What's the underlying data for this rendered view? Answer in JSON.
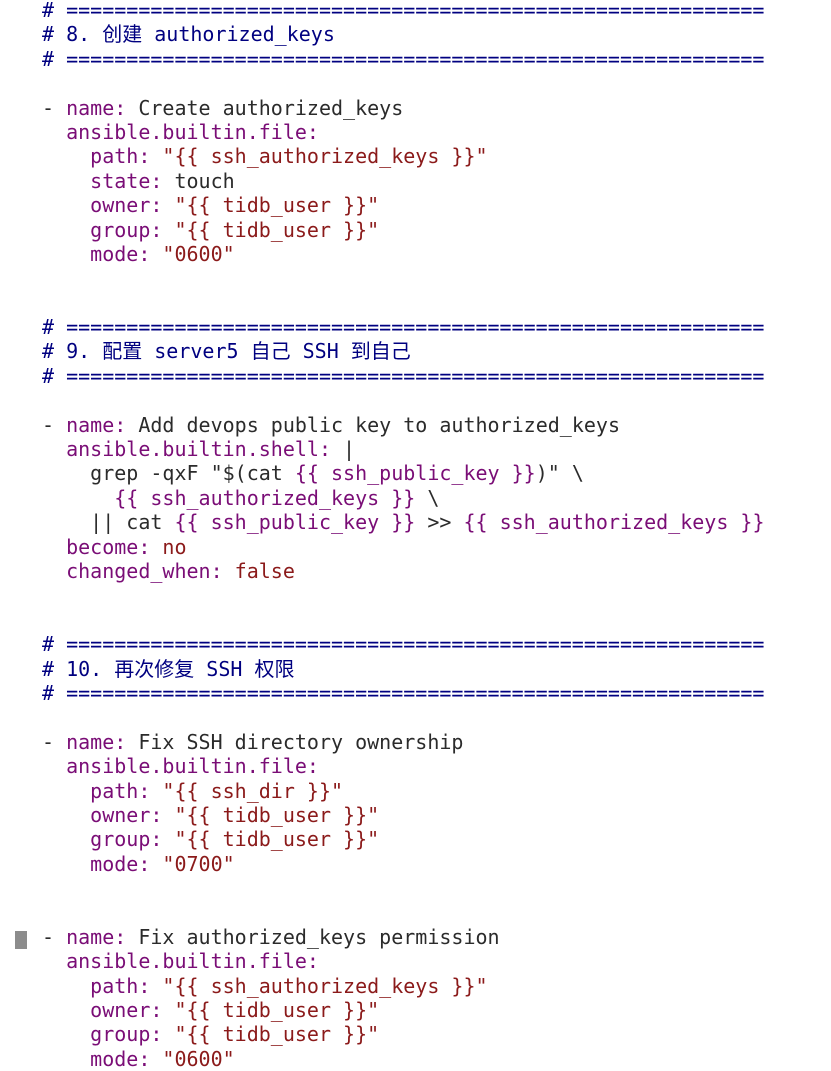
{
  "editor": {
    "lines": [
      [
        {
          "t": "# ==========================================================",
          "c": "comment"
        }
      ],
      [
        {
          "t": "# 8. 创建 authorized_keys",
          "c": "comment"
        }
      ],
      [
        {
          "t": "# ==========================================================",
          "c": "comment"
        }
      ],
      [],
      [
        {
          "t": "- ",
          "c": "plain"
        },
        {
          "t": "name:",
          "c": "key"
        },
        {
          "t": " Create authorized_keys",
          "c": "plain"
        }
      ],
      [
        {
          "t": "  ansible.builtin.file:",
          "c": "key"
        }
      ],
      [
        {
          "t": "    path:",
          "c": "key"
        },
        {
          "t": " \"{{ ssh_authorized_keys }}\"",
          "c": "str"
        }
      ],
      [
        {
          "t": "    state:",
          "c": "key"
        },
        {
          "t": " touch",
          "c": "plain"
        }
      ],
      [
        {
          "t": "    owner:",
          "c": "key"
        },
        {
          "t": " \"{{ tidb_user }}\"",
          "c": "str"
        }
      ],
      [
        {
          "t": "    group:",
          "c": "key"
        },
        {
          "t": " \"{{ tidb_user }}\"",
          "c": "str"
        }
      ],
      [
        {
          "t": "    mode:",
          "c": "key"
        },
        {
          "t": " \"0600\"",
          "c": "str"
        }
      ],
      [],
      [],
      [
        {
          "t": "# ==========================================================",
          "c": "comment"
        }
      ],
      [
        {
          "t": "# 9. 配置 server5 自己 SSH 到自己",
          "c": "comment"
        }
      ],
      [
        {
          "t": "# ==========================================================",
          "c": "comment"
        }
      ],
      [],
      [
        {
          "t": "- ",
          "c": "plain"
        },
        {
          "t": "name:",
          "c": "key"
        },
        {
          "t": " Add devops public key to authorized_keys",
          "c": "plain"
        }
      ],
      [
        {
          "t": "  ansible.builtin.shell:",
          "c": "key"
        },
        {
          "t": " |",
          "c": "plain"
        }
      ],
      [
        {
          "t": "    grep -qxF \"$(cat ",
          "c": "plain"
        },
        {
          "t": "{{ ssh_public_key }}",
          "c": "tpl"
        },
        {
          "t": ")\" \\",
          "c": "plain"
        }
      ],
      [
        {
          "t": "      ",
          "c": "plain"
        },
        {
          "t": "{{ ssh_authorized_keys }}",
          "c": "tpl"
        },
        {
          "t": " \\",
          "c": "plain"
        }
      ],
      [
        {
          "t": "    || cat ",
          "c": "plain"
        },
        {
          "t": "{{ ssh_public_key }}",
          "c": "tpl"
        },
        {
          "t": " >> ",
          "c": "plain"
        },
        {
          "t": "{{ ssh_authorized_keys }}",
          "c": "tpl"
        }
      ],
      [
        {
          "t": "  become:",
          "c": "key"
        },
        {
          "t": " no",
          "c": "bool"
        }
      ],
      [
        {
          "t": "  changed_when:",
          "c": "key"
        },
        {
          "t": " false",
          "c": "bool"
        }
      ],
      [],
      [],
      [
        {
          "t": "# ==========================================================",
          "c": "comment"
        }
      ],
      [
        {
          "t": "# 10. 再次修复 SSH 权限",
          "c": "comment"
        }
      ],
      [
        {
          "t": "# ==========================================================",
          "c": "comment"
        }
      ],
      [],
      [
        {
          "t": "- ",
          "c": "plain"
        },
        {
          "t": "name:",
          "c": "key"
        },
        {
          "t": " Fix SSH directory ownership",
          "c": "plain"
        }
      ],
      [
        {
          "t": "  ansible.builtin.file:",
          "c": "key"
        }
      ],
      [
        {
          "t": "    path:",
          "c": "key"
        },
        {
          "t": " \"{{ ssh_dir }}\"",
          "c": "str"
        }
      ],
      [
        {
          "t": "    owner:",
          "c": "key"
        },
        {
          "t": " \"{{ tidb_user }}\"",
          "c": "str"
        }
      ],
      [
        {
          "t": "    group:",
          "c": "key"
        },
        {
          "t": " \"{{ tidb_user }}\"",
          "c": "str"
        }
      ],
      [
        {
          "t": "    mode:",
          "c": "key"
        },
        {
          "t": " \"0700\"",
          "c": "str"
        }
      ],
      [],
      [],
      [
        {
          "t": "- ",
          "c": "plain"
        },
        {
          "t": "name:",
          "c": "key"
        },
        {
          "t": " Fix authorized_keys permission",
          "c": "plain"
        }
      ],
      [
        {
          "t": "  ansible.builtin.file:",
          "c": "key"
        }
      ],
      [
        {
          "t": "    path:",
          "c": "key"
        },
        {
          "t": " \"{{ ssh_authorized_keys }}\"",
          "c": "str"
        }
      ],
      [
        {
          "t": "    owner:",
          "c": "key"
        },
        {
          "t": " \"{{ tidb_user }}\"",
          "c": "str"
        }
      ],
      [
        {
          "t": "    group:",
          "c": "key"
        },
        {
          "t": " \"{{ tidb_user }}\"",
          "c": "str"
        }
      ],
      [
        {
          "t": "    mode:",
          "c": "key"
        },
        {
          "t": " \"0600\"",
          "c": "str"
        }
      ]
    ]
  }
}
